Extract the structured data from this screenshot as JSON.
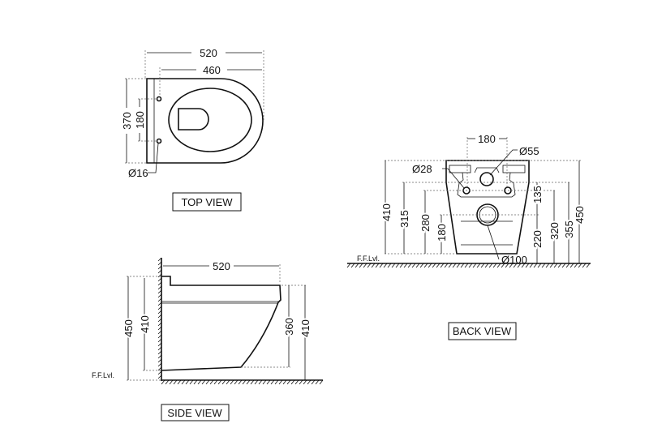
{
  "top_view": {
    "label": "TOP VIEW",
    "dims": {
      "overall_length": "520",
      "seat_length": "460",
      "width": "370",
      "fixing_spacing": "180",
      "fixing_hole": "Ø16"
    }
  },
  "back_view": {
    "label": "BACK VIEW",
    "ffl": "F.F.Lvl.",
    "dims": {
      "fixing_spacing": "180",
      "inlet": "Ø55",
      "fixing_hole": "Ø28",
      "outlet": "Ø100",
      "h410": "410",
      "h315": "315",
      "h280": "280",
      "h180": "180",
      "h135": "135",
      "h220": "220",
      "h320": "320",
      "h355": "355",
      "h450": "450"
    }
  },
  "side_view": {
    "label": "SIDE VIEW",
    "ffl": "F.F.Lvl.",
    "dims": {
      "length": "520",
      "h450": "450",
      "h410_left": "410",
      "h360": "360",
      "h410_right": "410"
    }
  }
}
